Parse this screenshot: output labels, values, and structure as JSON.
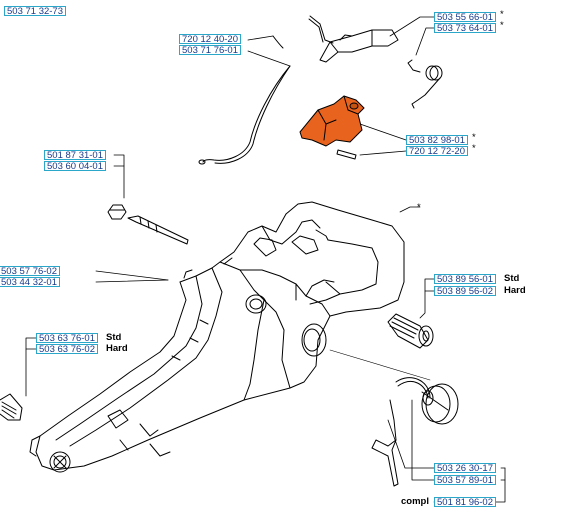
{
  "parts": {
    "p1": "503 71 32-73",
    "p2": "720 12 40-20",
    "p3": "503 71 76-01",
    "p4": "503 55 66-01",
    "p5": "503 73 64-01",
    "p6": "503 82 98-01",
    "p7": "720 12 72-20",
    "p8": "501 87 31-01",
    "p9": "503 60 04-01",
    "p10": "503 57 76-02",
    "p11": "503 44 32-01",
    "p12": "503 89 56-01",
    "p13": "503 89 56-02",
    "p14": "503 63 76-01",
    "p15": "503 63 76-02",
    "p16": "503 26 30-17",
    "p17": "503 57 89-01",
    "p18": "501 81 96-02"
  },
  "notes": {
    "std": "Std",
    "hard": "Hard",
    "star": "*",
    "compl": "compl"
  },
  "colors": {
    "line": "#000000",
    "label_text": "#1a3a8a",
    "label_border": "#2aa7c9",
    "highlight_part": "#e8641e"
  }
}
